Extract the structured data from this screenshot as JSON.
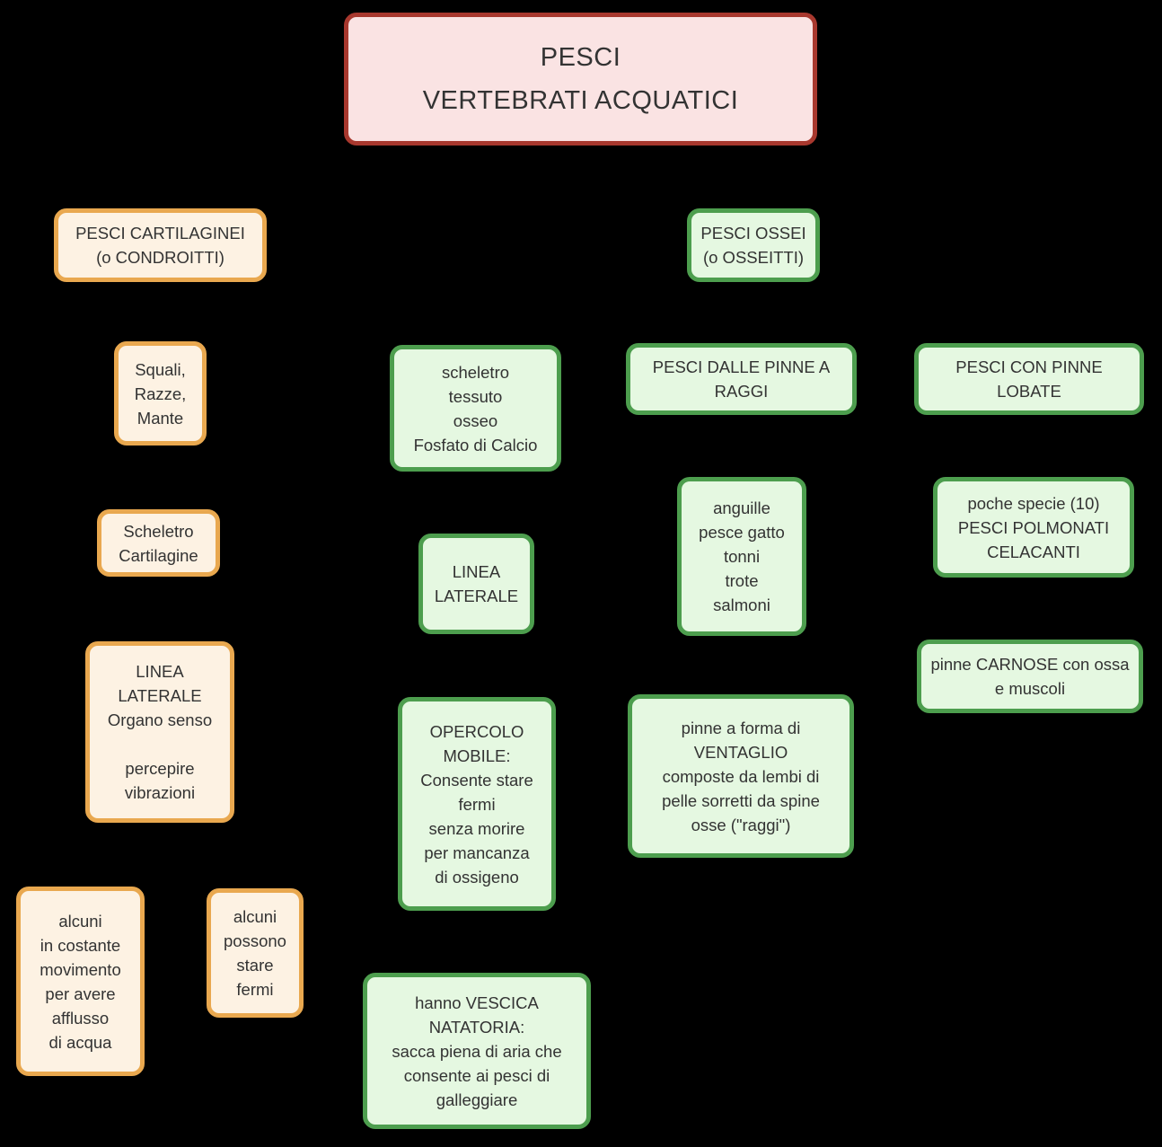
{
  "palette": {
    "background": "#000000",
    "text": "#333333",
    "red": {
      "border": "#A8382E",
      "fill": "#FAE3E3"
    },
    "orange": {
      "border": "#E9A84F",
      "fill": "#FDF2E3"
    },
    "green": {
      "border": "#4D9E4E",
      "fill": "#E5F8E1"
    }
  },
  "title": {
    "text": "PESCI\nVERTEBRATI ACQUATICI"
  },
  "nodes": {
    "cartilaginei": {
      "text": "PESCI CARTILAGINEI\n(o CONDROITTI)"
    },
    "ossei": {
      "text": "PESCI OSSEI\n(o OSSEITTI)"
    },
    "squali": {
      "text": "Squali,\nRazze,\nMante"
    },
    "scheletro_osseo": {
      "text": "scheletro\ntessuto\nosseo\nFosfato di Calcio"
    },
    "pinne_raggi": {
      "text": "PESCI DALLE PINNE A\nRAGGI"
    },
    "pinne_lobate": {
      "text": "PESCI CON PINNE\nLOBATE"
    },
    "scheletro_cartilagine": {
      "text": "Scheletro\nCartilagine"
    },
    "linea_laterale": {
      "text": "LINEA\nLATERALE"
    },
    "anguille": {
      "text": "anguille\npesce gatto\ntonni\ntrote\nsalmoni"
    },
    "poche_specie": {
      "text": "poche specie (10)\nPESCI POLMONATI\nCELACANTI"
    },
    "linea_laterale_organo": {
      "text": "LINEA\nLATERALE\nOrgano senso\n\npercepire\nvibrazioni"
    },
    "opercolo": {
      "text": "OPERCOLO\nMOBILE:\nConsente stare\nfermi\nsenza morire\nper mancanza\ndi ossigeno"
    },
    "ventaglio": {
      "text": "pinne a forma di\nVENTAGLIO\ncomposte da lembi di\npelle sorretti da spine\nosse (\"raggi\")"
    },
    "pinne_carnose": {
      "text": "pinne CARNOSE con ossa\ne muscoli"
    },
    "alcuni_movimento": {
      "text": "alcuni\nin costante\nmovimento\nper avere\nafflusso\ndi acqua"
    },
    "alcuni_fermi": {
      "text": "alcuni\npossono\nstare\nfermi"
    },
    "vescica": {
      "text": "hanno VESCICA\nNATATORIA:\nsacca piena di aria che\nconsente ai pesci di\ngalleggiare"
    }
  }
}
